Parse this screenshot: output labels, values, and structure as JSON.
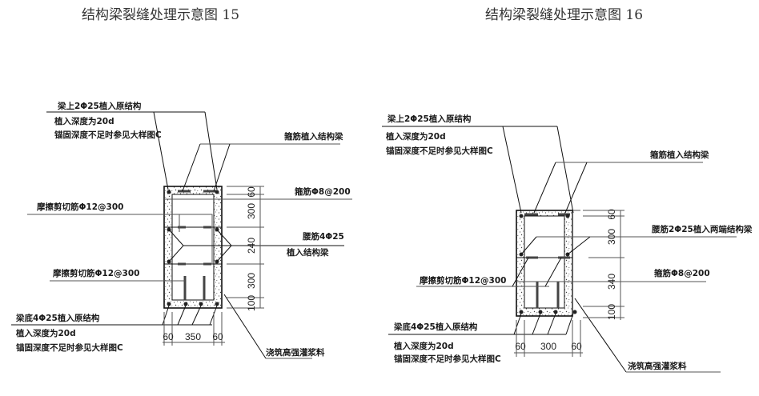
{
  "diagrams": [
    {
      "title": "结构梁裂缝处理示意图 15",
      "labels": {
        "top_bars": "梁上2Φ25植入原结构",
        "top_depth": "植入深度为20d",
        "top_anchor": "锚固深度不足时参见大样图C",
        "stirrup_plant": "箍筋植入结构梁",
        "stirrup_spec": "箍筋Φ8@200",
        "shear_upper": "摩擦剪切筋Φ12@300",
        "shear_lower": "摩擦剪切筋Φ12@300",
        "waist_bars": "腰筋4Φ25",
        "waist_plant": "植入结构梁",
        "bottom_bars": "梁底4Φ25植入原结构",
        "bottom_depth": "植入深度为20d",
        "bottom_anchor": "锚固深度不足时参见大样图C",
        "grout": "浇筑高强灌浆料"
      },
      "vertical_dims": [
        "60",
        "300",
        "240",
        "300",
        "100"
      ],
      "horizontal_dims": [
        "60",
        "350",
        "60"
      ]
    },
    {
      "title": "结构梁裂缝处理示意图 16",
      "labels": {
        "top_bars": "梁上2Φ25植入原结构",
        "top_depth": "植入深度为20d",
        "top_anchor": "锚固深度不足时参见大样图C",
        "stirrup_plant": "箍筋植入结构梁",
        "waist_bars": "腰筋2Φ25植入两端结构梁",
        "stirrup_spec": "箍筋Φ8@200",
        "shear": "摩擦剪切筋Φ12@300",
        "bottom_bars": "梁底4Φ25植入原结构",
        "bottom_depth": "植入深度为20d",
        "bottom_anchor": "锚固深度不足时参见大样图C",
        "grout": "浇筑高强灌浆料"
      },
      "vertical_dims": [
        "60",
        "300",
        "340",
        "100"
      ],
      "horizontal_dims": [
        "60",
        "300",
        "60"
      ]
    }
  ]
}
